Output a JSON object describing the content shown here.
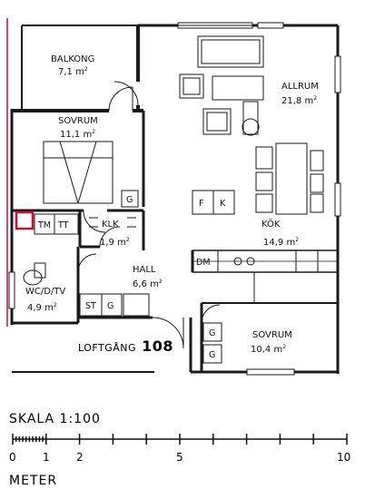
{
  "rooms": {
    "balkong": {
      "name": "BALKONG",
      "area": "7,1 m",
      "unit_sup": "2"
    },
    "allrum": {
      "name": "ALLRUM",
      "area": "21,8 m",
      "unit_sup": "2"
    },
    "sovrum1": {
      "name": "SOVRUM",
      "area": "11,1 m",
      "unit_sup": "2"
    },
    "klk": {
      "name": "KLK",
      "area": "1,9 m",
      "unit_sup": "2"
    },
    "kok": {
      "name": "KÖK",
      "area": "14,9 m",
      "unit_sup": "2"
    },
    "hall": {
      "name": "HALL",
      "area": "6,6 m",
      "unit_sup": "2"
    },
    "wc": {
      "name": "WC/D/TV",
      "area": "4,9 m",
      "unit_sup": "2"
    },
    "sovrum2": {
      "name": "SOVRUM",
      "area": "10,4 m",
      "unit_sup": "2"
    }
  },
  "fixtures": {
    "g_bed": "G",
    "f": "F",
    "k": "K",
    "tm": "TM",
    "tt": "TT",
    "dm": "DM",
    "st": "ST",
    "g_hall": "G",
    "g_sov1": "G",
    "g_sov2": "G"
  },
  "loftgang": {
    "label": "LOFTGÅNG",
    "number": "108"
  },
  "scale": {
    "title": "SKALA  1:100",
    "labels": [
      "0",
      "1",
      "2",
      "5",
      "10"
    ],
    "unit": "METER"
  },
  "colors": {
    "wall": "#1a1a1a",
    "accent_red": "#c8102e"
  }
}
